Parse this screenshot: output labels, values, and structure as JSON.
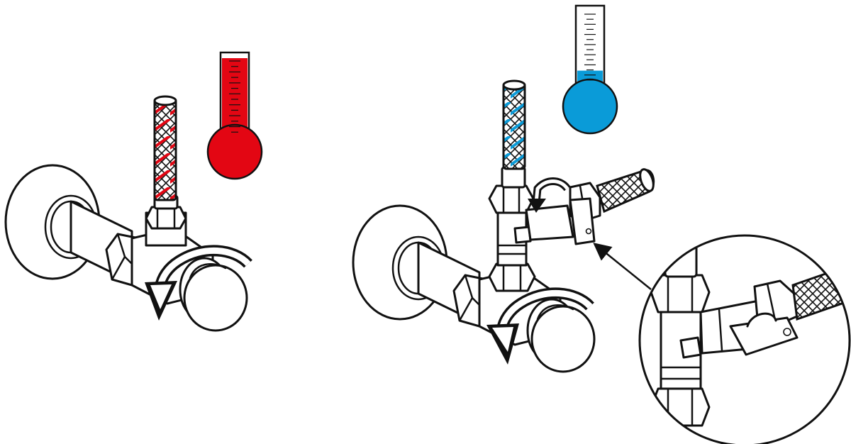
{
  "colors": {
    "hot": "#e30613",
    "cold": "#0a9bd8",
    "outline": "#111111",
    "background": "#ffffff"
  },
  "illustration": {
    "left_valve": {
      "thermometer_level": 0.95,
      "thermometer_color": "hot",
      "hose_stripe_color": "hot",
      "arrow_icon": "rotate-close-arrow"
    },
    "right_valve": {
      "thermometer_level": 0.2,
      "thermometer_color": "cold",
      "hose_stripe_color": "cold",
      "arrow_icon": "rotate-close-arrow",
      "shutoff_arrow_icon": "rotate-arrow"
    },
    "magnifier": {
      "pointer_icon": "callout-arrow"
    }
  }
}
